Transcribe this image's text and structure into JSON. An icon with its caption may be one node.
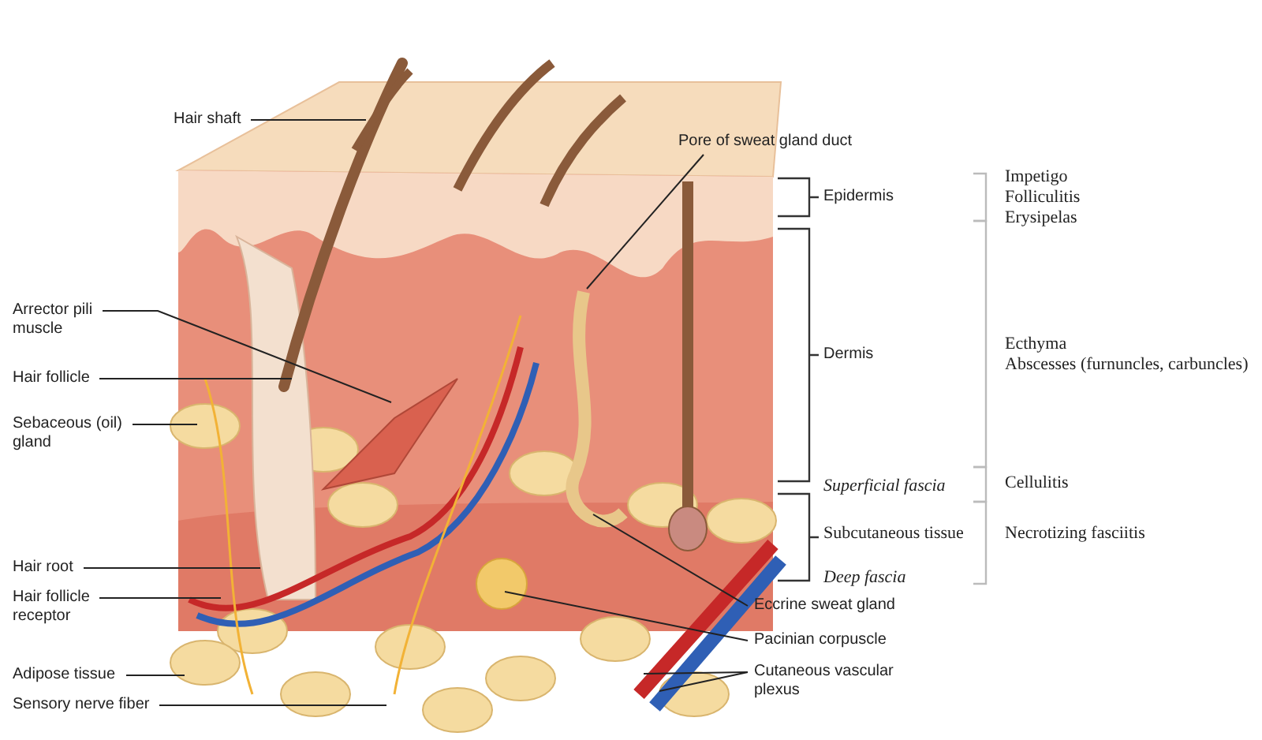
{
  "diagram": {
    "nodes": [
      {
        "text": [
          "Hair shaft"
        ]
      },
      {
        "text": [
          "Arrector pili muscle"
        ]
      },
      {
        "text": [
          "Hair follicle"
        ]
      },
      {
        "text": [
          "Sebaceous (oil) gland"
        ]
      },
      {
        "text": [
          "Hair root"
        ]
      },
      {
        "text": [
          "Hair follicle receptor"
        ]
      },
      {
        "text": [
          "Adipose tissue"
        ]
      },
      {
        "text": [
          "Sensory nerve fiber"
        ]
      },
      {
        "text": [
          "Pore of sweat gland duct"
        ]
      },
      {
        "text": [
          "Eccrine sweat gland"
        ]
      },
      {
        "text": [
          "Pacinian corpuscle"
        ]
      },
      {
        "text": [
          "Cutaneous vascular plexus"
        ]
      }
    ],
    "edges": [
      {
        "from": 0,
        "to": null,
        "arrow": "none"
      },
      {
        "from": 1,
        "to": null,
        "arrow": "none"
      },
      {
        "from": 2,
        "to": null,
        "arrow": "none"
      },
      {
        "from": 3,
        "to": null,
        "arrow": "none"
      },
      {
        "from": 4,
        "to": null,
        "arrow": "none"
      },
      {
        "from": 5,
        "to": null,
        "arrow": "none"
      },
      {
        "from": 6,
        "to": null,
        "arrow": "none"
      },
      {
        "from": 7,
        "to": null,
        "arrow": "none"
      },
      {
        "from": 8,
        "to": null,
        "arrow": "none"
      },
      {
        "from": 9,
        "to": null,
        "arrow": "none"
      },
      {
        "from": 10,
        "to": null,
        "arrow": "none"
      },
      {
        "from": 11,
        "to": null,
        "arrow": "none"
      },
      {
        "from": 11,
        "to": null,
        "arrow": "none"
      }
    ],
    "labels": [
      "Impetigo",
      "Folliculitis",
      "Erysipelas",
      "Epidermis",
      "Dermis",
      "Ecthyma",
      "Abscesses (furnuncles, carbuncles)",
      "Superficial fascia",
      "Cellulitis",
      "Subcutaneous tissue",
      "Necrotizing fasciitis",
      "Deep fascia"
    ]
  }
}
